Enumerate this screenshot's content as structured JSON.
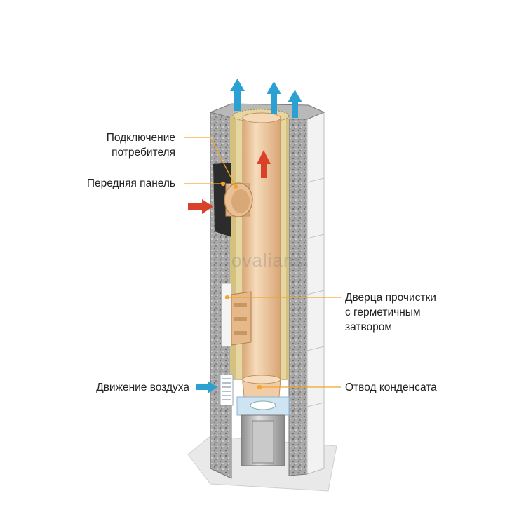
{
  "colors": {
    "callout": "#f2a52a",
    "arrow_hot": "#d9412b",
    "arrow_cold": "#2aa1d2",
    "pipe": "#f0c9a0",
    "insulation": "#d8c48a",
    "block": "#8e8e8e"
  },
  "labels": {
    "consumer_connection": {
      "line1": "Подключение",
      "line2": "потребителя"
    },
    "front_panel": "Передняя панель",
    "cleaning_door": {
      "line1": "Дверца прочистки",
      "line2": "с герметичным",
      "line3": "затвором"
    },
    "air_movement": "Движение воздуха",
    "condensate_drain": "Отвод конденсата"
  },
  "watermark": "ovalians."
}
